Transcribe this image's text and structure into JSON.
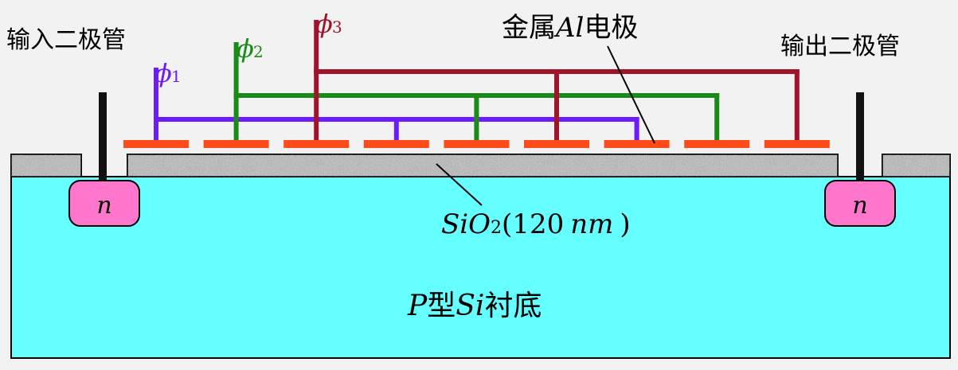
{
  "labels": {
    "input_diode": "输入二极管",
    "output_diode": "输出二极管",
    "metal_prefix": "金属",
    "metal_al": "Al",
    "metal_suffix": "电极",
    "oxide_formula_si": "SiO",
    "oxide_formula_sub": "2",
    "oxide_thickness": "(120",
    "oxide_unit": "nm",
    "oxide_close": ")",
    "substrate_p": "P",
    "substrate_type": "型",
    "substrate_si": "Si",
    "substrate_suffix": "衬底",
    "n_left": "n",
    "n_right": "n"
  },
  "phases": [
    {
      "symbol": "ϕ",
      "subscript": "1",
      "color": "#6a1cff"
    },
    {
      "symbol": "ϕ",
      "subscript": "2",
      "color": "#1a8a1a"
    },
    {
      "symbol": "ϕ",
      "subscript": "3",
      "color": "#a0142a"
    }
  ],
  "colors": {
    "background": "#f2f2f2",
    "substrate": "#66ffff",
    "n_region": "#ff77cc",
    "electrode": "#ff4a1a",
    "diode_lead": "#111111",
    "outline": "#000000",
    "oxide": "#b0b0b0"
  },
  "electrode_phase_sequence": [
    1,
    2,
    3,
    1,
    2,
    3,
    1,
    2,
    3
  ]
}
